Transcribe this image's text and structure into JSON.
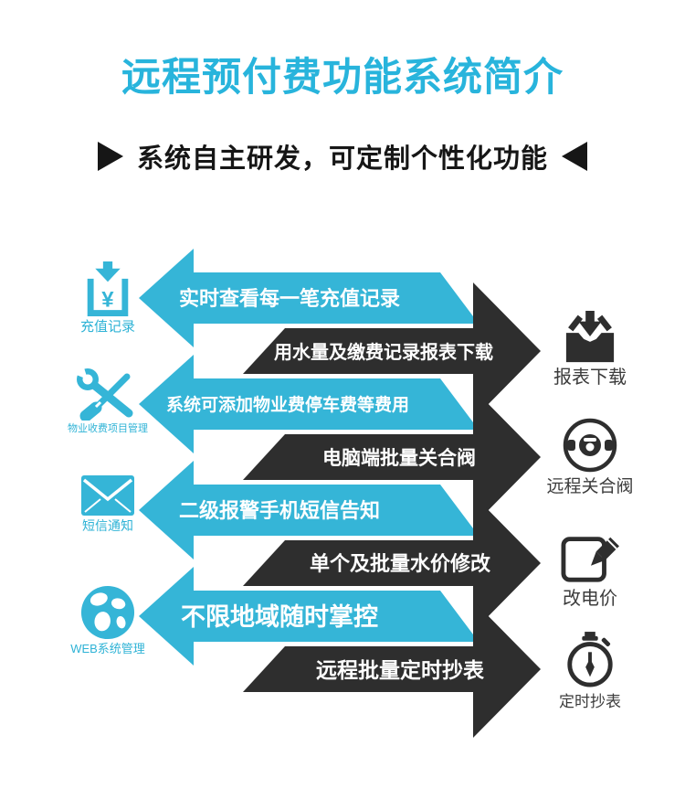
{
  "title": "远程预付费功能系统简介",
  "subtitle": "系统自主研发，可定制个性化功能",
  "colors": {
    "accent_cyan": "#35b5d7",
    "title_cyan": "#28b4dc",
    "dark": "#2e2e2e"
  },
  "arrows": [
    {
      "direction": "left",
      "text": "实时查看每一笔充值记录"
    },
    {
      "direction": "right",
      "text": "用水量及缴费记录报表下载"
    },
    {
      "direction": "left",
      "text": "系统可添加物业费停车费等费用"
    },
    {
      "direction": "right",
      "text": "电脑端批量关合阀"
    },
    {
      "direction": "left",
      "text": "二级报警手机短信告知"
    },
    {
      "direction": "right",
      "text": "单个及批量水价修改"
    },
    {
      "direction": "left",
      "text": "不限地域随时掌控"
    },
    {
      "direction": "right",
      "text": "远程批量定时抄表"
    }
  ],
  "left_features": [
    {
      "icon": "recharge-record-icon",
      "label": "充值记录"
    },
    {
      "icon": "tools-icon",
      "label": "物业收费项目管理"
    },
    {
      "icon": "envelope-icon",
      "label": "短信通知"
    },
    {
      "icon": "globe-icon",
      "label": "WEB系统管理"
    }
  ],
  "right_features": [
    {
      "icon": "report-download-icon",
      "label": "报表下载"
    },
    {
      "icon": "valve-icon",
      "label": "远程关合阀"
    },
    {
      "icon": "edit-price-icon",
      "label": "改电价"
    },
    {
      "icon": "stopwatch-icon",
      "label": "定时抄表"
    }
  ],
  "currency_glyph": "¥"
}
